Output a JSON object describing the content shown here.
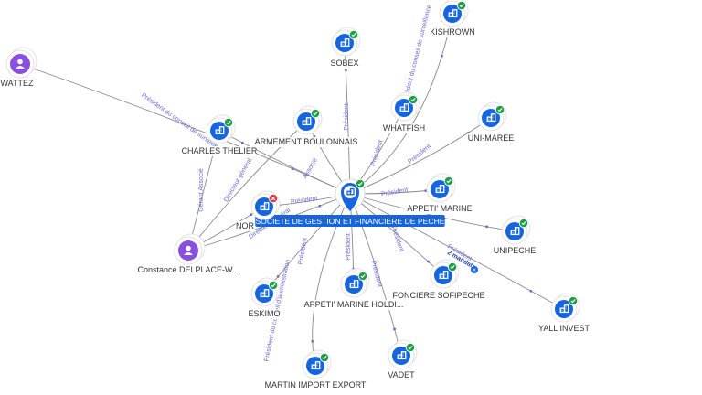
{
  "colors": {
    "company": "#1565e0",
    "person": "#8a4fe0",
    "ok_badge": "#1e9e47",
    "bad_badge": "#e53940",
    "center_label_bg": "#1565e0",
    "edge": "#8a8a8a",
    "edge_label": "#6b6bd6"
  },
  "nodes": [
    {
      "id": "center",
      "label": "SOCIETE DE GESTION ET FINANCIERE DE PECHE",
      "type": "company-center",
      "icon": "building-icon",
      "badge": "ok"
    },
    {
      "id": "kishrown",
      "label": "KISHROWN",
      "type": "company",
      "icon": "building-icon",
      "badge": "ok"
    },
    {
      "id": "sobex",
      "label": "SOBEX",
      "type": "company",
      "icon": "building-icon",
      "badge": "ok"
    },
    {
      "id": "whatfish",
      "label": "WHATFISH",
      "type": "company",
      "icon": "building-icon",
      "badge": "ok"
    },
    {
      "id": "unimaree",
      "label": "UNI-MAREE",
      "type": "company",
      "icon": "building-icon",
      "badge": "ok"
    },
    {
      "id": "armement",
      "label": "ARMEMENT BOULONNAIS",
      "type": "company",
      "icon": "building-icon",
      "badge": "ok"
    },
    {
      "id": "charles",
      "label": "CHARLES THELIER",
      "type": "company",
      "icon": "building-icon",
      "badge": "ok"
    },
    {
      "id": "appeti",
      "label": "APPETI' MARINE",
      "type": "company",
      "icon": "building-icon",
      "badge": "ok"
    },
    {
      "id": "nor",
      "label": "NOR",
      "type": "company",
      "icon": "building-icon",
      "badge": "bad"
    },
    {
      "id": "unipeche",
      "label": "UNIPECHE",
      "type": "company",
      "icon": "building-icon",
      "badge": "ok"
    },
    {
      "id": "fonciere",
      "label": "FONCIERE SOFIPECHE",
      "type": "company",
      "icon": "building-icon",
      "badge": "ok"
    },
    {
      "id": "appetih",
      "label": "APPETI' MARINE HOLDI...",
      "type": "company",
      "icon": "building-icon",
      "badge": "ok"
    },
    {
      "id": "eskimo",
      "label": "ESKIMO",
      "type": "company",
      "icon": "building-icon",
      "badge": "ok"
    },
    {
      "id": "yall",
      "label": "YALL INVEST",
      "type": "company",
      "icon": "building-icon",
      "badge": "ok"
    },
    {
      "id": "vadet",
      "label": "VADET",
      "type": "company",
      "icon": "building-icon",
      "badge": "ok"
    },
    {
      "id": "martin",
      "label": "MARTIN IMPORT EXPORT",
      "type": "company",
      "icon": "building-icon",
      "badge": "ok"
    },
    {
      "id": "wattez",
      "label": "n-Luc WATTEZ",
      "type": "person",
      "icon": "person-icon"
    },
    {
      "id": "constance",
      "label": "Constance DELPLACE-W...",
      "type": "person",
      "icon": "person-icon"
    }
  ],
  "edges": [
    {
      "from": "center",
      "to": "kishrown",
      "label": "Président du conseil de surveillance"
    },
    {
      "from": "center",
      "to": "sobex",
      "label": "Président"
    },
    {
      "from": "center",
      "to": "whatfish",
      "label": "Président"
    },
    {
      "from": "center",
      "to": "unimaree",
      "label": "Président"
    },
    {
      "from": "center",
      "to": "armement",
      "label": "Associé"
    },
    {
      "from": "center",
      "to": "charles",
      "label": ""
    },
    {
      "from": "center",
      "to": "appeti",
      "label": "Président"
    },
    {
      "from": "center",
      "to": "nor",
      "label": "Président"
    },
    {
      "from": "center",
      "to": "unipeche",
      "label": ""
    },
    {
      "from": "center",
      "to": "fonciere",
      "label": "Président"
    },
    {
      "from": "center",
      "to": "appetih",
      "label": "Président"
    },
    {
      "from": "center",
      "to": "eskimo",
      "label": "Président"
    },
    {
      "from": "center",
      "to": "vadet",
      "label": "Président"
    },
    {
      "from": "center",
      "to": "martin",
      "label": "Président du conseil d'administration"
    },
    {
      "from": "center",
      "to": "yall",
      "label": "Président",
      "sublabel": "2 mandats"
    },
    {
      "from": "wattez",
      "to": "center",
      "label": "Président du conseil de surveillance"
    },
    {
      "from": "constance",
      "to": "charles",
      "label": "Gérant Associé"
    },
    {
      "from": "constance",
      "to": "armement",
      "label": "Directeur général"
    },
    {
      "from": "constance",
      "to": "center",
      "label": "Directeur général"
    },
    {
      "from": "constance",
      "to": "nor",
      "label": ""
    }
  ]
}
